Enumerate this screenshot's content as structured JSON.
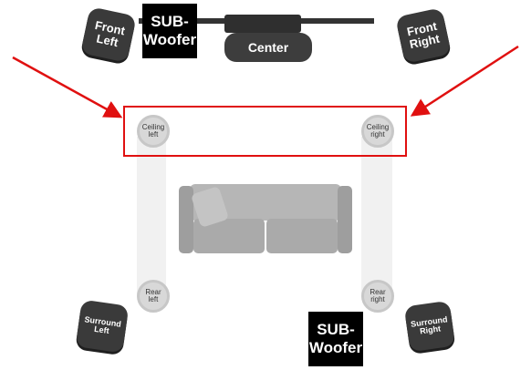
{
  "speakers": {
    "front_left": "Front\nLeft",
    "front_right": "Front\nRight",
    "center": "Center",
    "sub_top": "SUB-\nWoofer",
    "sub_bottom": "SUB-\nWoofer",
    "ceiling_left": "Ceiling\nleft",
    "ceiling_right": "Ceiling\nright",
    "rear_left": "Rear\nleft",
    "rear_right": "Rear\nright",
    "surround_left": "Surround\nLeft",
    "surround_right": "Surround\nRight"
  },
  "colors": {
    "highlight": "#e01010",
    "speaker_body": "#3a3a3a",
    "subwoofer": "#000000",
    "sofa": "#a9a9a9"
  }
}
